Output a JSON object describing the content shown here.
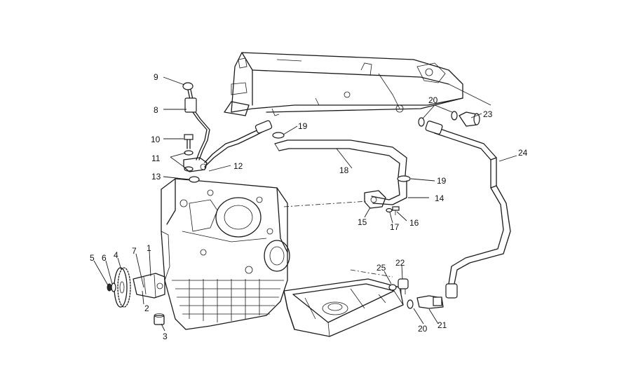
{
  "callouts": {
    "c1": "1",
    "c2": "2",
    "c3": "3",
    "c4": "4",
    "c5": "5",
    "c6": "6",
    "c7": "7",
    "c8": "8",
    "c9": "9",
    "c10": "10",
    "c11": "11",
    "c12": "12",
    "c13": "13",
    "c14": "14",
    "c15": "15",
    "c16": "16",
    "c17": "17",
    "c18": "18",
    "c19a": "19",
    "c19b": "19",
    "c20a": "20",
    "c20b": "20",
    "c21": "21",
    "c22": "22",
    "c23": "23",
    "c24": "24",
    "c25": "25"
  }
}
